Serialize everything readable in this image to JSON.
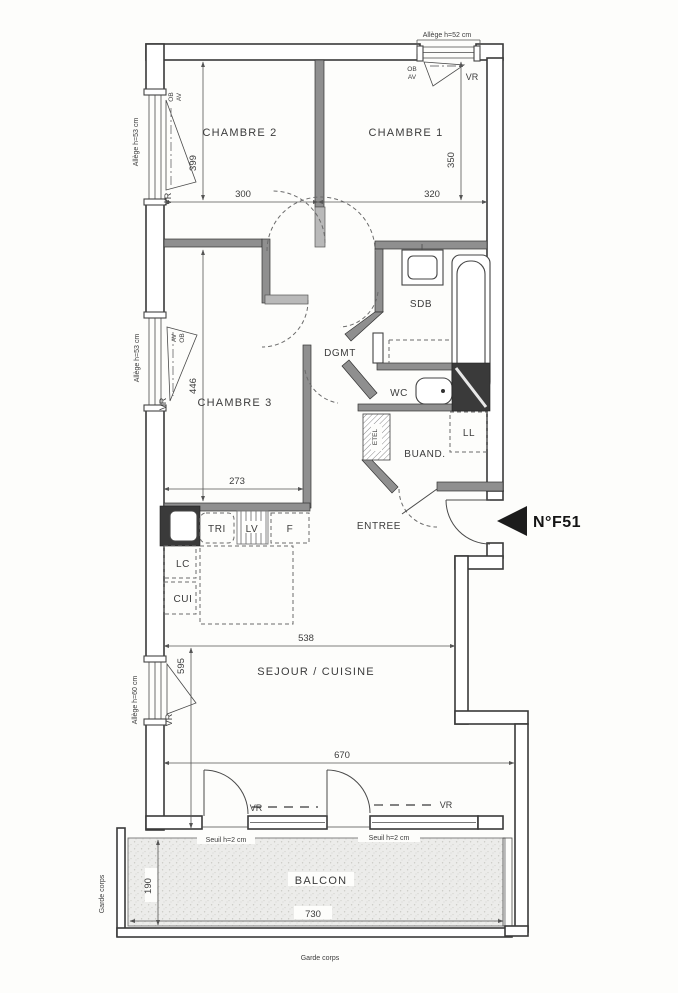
{
  "unit_label": "N°F51",
  "rooms": {
    "chambre1": "CHAMBRE 1",
    "chambre2": "CHAMBRE 2",
    "chambre3": "CHAMBRE 3",
    "sdb": "SDB",
    "wc": "WC",
    "dgmt": "DGMT",
    "buand": "BUAND.",
    "entree": "ENTREE",
    "sejour": "SEJOUR / CUISINE",
    "balcon": "BALCON"
  },
  "equipment": {
    "ll": "LL",
    "etel": "ETEL",
    "tri": "TRI",
    "lv": "LV",
    "f": "F",
    "lc": "LC",
    "cui": "CUI"
  },
  "dimensions_cm": {
    "chambre2_width": "300",
    "chambre1_width": "320",
    "chambre2_depth": "399",
    "chambre1_depth": "350",
    "chambre3_depth": "446",
    "chambre3_width": "273",
    "sejour_width": "538",
    "sejour_depth": "595",
    "sejour_bay_width": "670",
    "balcon_width": "730",
    "balcon_depth": "190"
  },
  "annotations": {
    "allege_h52": "Allège h=52 cm",
    "allege_h53": "Allège h=53 cm",
    "allege_h60": "Allège h=60 cm",
    "vr": "VR",
    "ob": "OB",
    "av": "AV",
    "seuil_h2": "Seuil h=2 cm",
    "garde_corps": "Garde corps"
  },
  "colors": {
    "wall_line": "#3a3a3a",
    "interior_wall": "#8f8f8f",
    "balcony_hatch_bg": "#ececea",
    "text": "#3c3c3c",
    "arrow_black": "#1c1c1c",
    "paper": "#fdfdfb"
  }
}
